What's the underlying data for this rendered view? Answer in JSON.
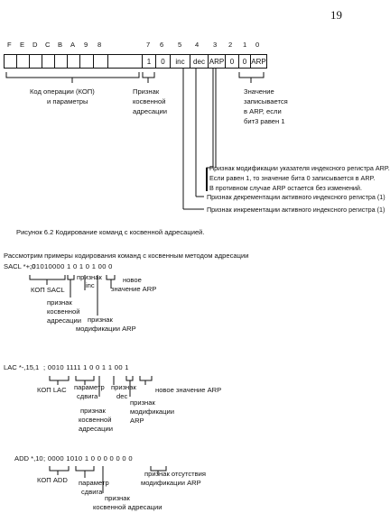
{
  "page_number": "19",
  "bit_numbers": [
    "F",
    "E",
    "D",
    "C",
    "B",
    "A",
    "9",
    "8",
    "7",
    "6",
    "5",
    "4",
    "3",
    "2",
    "1",
    "0"
  ],
  "register_cells": [
    "1",
    "0",
    "inc",
    "dec",
    "ARP",
    "0",
    "0",
    "ARP"
  ],
  "labels": {
    "opcode": [
      "Код операции (КОП)",
      "и параметры"
    ],
    "indirect_flag": [
      "Признак",
      "косвенной",
      "адресации"
    ],
    "arp_value": [
      "Значение",
      "записывается",
      "в ARP, если",
      "бит3 равен 1"
    ]
  },
  "notes": [
    "Признак модификации указателя индексного регистра ARP.",
    "Если равен 1, то значение бита 0 записывается в ARP.",
    "В противном случае ARP остается без изменений.",
    "Признак декрементации активного индексного регистра (1)",
    "Признак инкрементации активного индексного регистра (1)"
  ],
  "caption": "Рисунок 6.2 Кодирование команд с косвенной адресацией.",
  "intro": "Рассмотрим примеры кодирования команд с косвенным методом адресации",
  "example1": {
    "cmd": "SACL *+,0",
    "code": ";01010000 1 0 1 0 1 00 0",
    "kop": "КОП SACL",
    "ind": [
      "признак",
      "косвенной",
      "адресации"
    ],
    "inc": [
      "признак",
      "inc"
    ],
    "newarp": [
      "новое",
      "значение ARP"
    ],
    "mod": [
      "признак",
      "модификации ARP"
    ]
  },
  "example2": {
    "cmd": "LAC *-,15,1",
    "code": "; 0010  1111  1 0 0 1 1 00 1",
    "kop": "КОП LAC",
    "shift": [
      "параметр",
      "сдвига"
    ],
    "ind": [
      "признак",
      "косвенной",
      "адресации"
    ],
    "dec": [
      "признак",
      "dec"
    ],
    "mod": [
      "признак",
      "модификации",
      "ARP"
    ],
    "newarp": "новое значение ARP"
  },
  "example3": {
    "cmd": "ADD *,10",
    "code": "; 0000  1010  1 0 0 0 0 0 0 0",
    "kop": "КОП ADD",
    "shift": [
      "параметр",
      "сдвига"
    ],
    "ind": [
      "признак",
      "косвенной адресации"
    ],
    "nomod": [
      "признак отсутствия",
      "модификации ARP"
    ]
  }
}
